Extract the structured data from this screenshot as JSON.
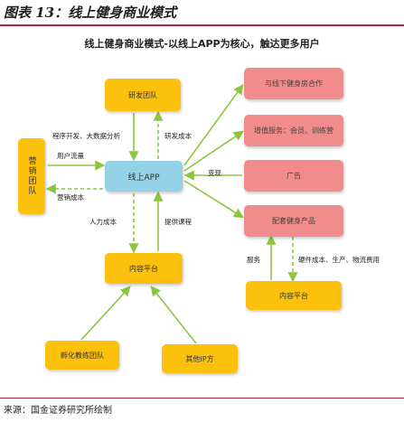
{
  "figure": {
    "title": "图表 13：线上健身商业模式",
    "subtitle": "线上健身商业模式-以线上APP为核心，触达更多用户",
    "source": "来源：国金证券研究所绘制"
  },
  "nodes": {
    "rd_team": "研发团队",
    "online_app": "线上APP",
    "marketing_team": "营销团队",
    "content_platform": "内容平台",
    "incubated_coaches": "孵化教练团队",
    "other_ip": "其他IP方",
    "offline_partner": "与线下健身房合作",
    "value_added": "增值服务：会员、训练营",
    "ads": "广告",
    "fitness_products": "配套健身产品",
    "content_platform_2": "内容平台"
  },
  "edge_labels": {
    "dev_bigdata": "程序开发、大数据分析",
    "rd_cost": "研发成本",
    "user_traffic": "用户流量",
    "marketing_cost": "营销成本",
    "monetize": "变现",
    "labor_cost": "人力成本",
    "provide_courses": "提供课程",
    "service": "服务",
    "hardware_cost": "硬件成本、生产、物流费用"
  },
  "colors": {
    "accent_red": "#b5282f",
    "yellow": "#fcc10d",
    "pink": "#f28b8b",
    "teal": "#93d2e6",
    "arrow_green": "#8cc63f"
  }
}
